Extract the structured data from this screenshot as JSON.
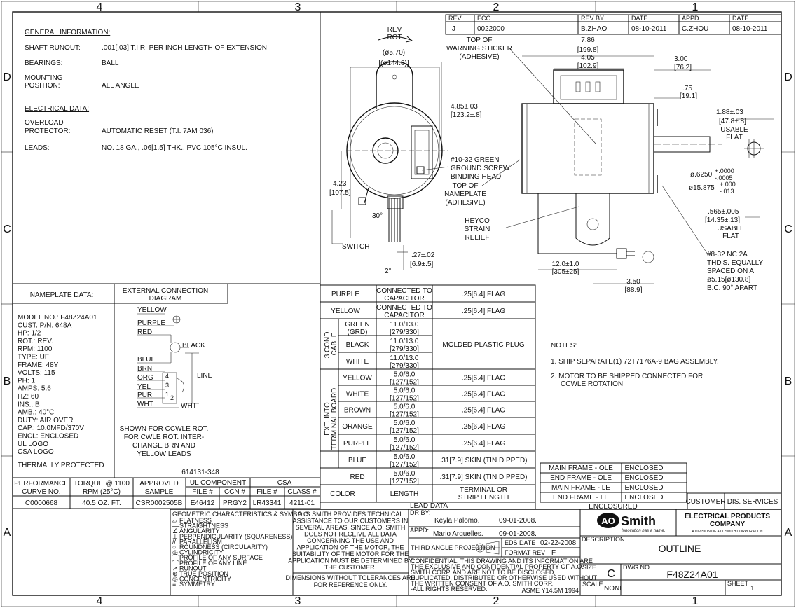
{
  "border": {
    "cols": [
      "4",
      "3",
      "2",
      "1"
    ],
    "rows": [
      "D",
      "C",
      "B",
      "A"
    ]
  },
  "revision": {
    "headers": [
      "REV",
      "ECO",
      "REV BY",
      "DATE",
      "APPD",
      "DATE"
    ],
    "values": [
      "J",
      "0022000",
      "B.ZHAO",
      "08-10-2011",
      "C.ZHOU",
      "08-10-2011"
    ]
  },
  "general": {
    "heading": "GENERAL INFORMATION:",
    "rows": [
      {
        "label": "SHAFT RUNOUT:",
        "value": ".001[.03] T.I.R. PER INCH LENGTH OF EXTENSION"
      },
      {
        "label": "BEARINGS:",
        "value": "BALL"
      },
      {
        "label": "MOUNTING",
        "label2": "POSITION:",
        "value": "ALL ANGLE"
      }
    ]
  },
  "electrical": {
    "heading": "ELECTRICAL DATA:",
    "rows": [
      {
        "label": "OVERLOAD",
        "label2": "PROTECTOR:",
        "value": "AUTOMATIC RESET (T.I. 7AM 036)"
      },
      {
        "label": "LEADS:",
        "value": "NO. 18 GA., .06[1.5] THK., PVC 105°C INSUL."
      }
    ]
  },
  "drawing": {
    "rev_rot": [
      "REV",
      "ROT"
    ],
    "dia_570": "(ø5.70)",
    "dia_1448": "[(ø144.8)]",
    "d485": "4.85±.03",
    "d1232": "[123.2±.8]",
    "d423": "4.23",
    "d1075": "[107.5]",
    "angle30": "30°",
    "switch": "SWITCH",
    "d027": ".27±.02",
    "d69": "[6.9±.5]",
    "d2": "2°",
    "green_screw": [
      "#10-32 GREEN",
      "GROUND SCREW",
      "BINDING HEAD"
    ],
    "nameplate_top": [
      "TOP OF",
      "NAMEPLATE",
      "(ADHESIVE)"
    ],
    "warning": [
      "TOP OF",
      "WARNING STICKER",
      "(ADHESIVE)"
    ],
    "d786": "7.86",
    "d1998": "[199.8]",
    "d405": "4.05",
    "d1029": "[102.9]",
    "d300": "3.00",
    "d762": "[76.2]",
    "d075": ".75",
    "d191": "[19.1]",
    "d188": "1.88±.03",
    "d478": "[47.8±.8]",
    "usable_flat": [
      "USABLE",
      "FLAT"
    ],
    "shaft_dia": "ø.6250",
    "shaft_tol1": "+.0000",
    "shaft_tol2": "-.0005",
    "shaft_mm": "ø15.875",
    "shaft_mm_tol1": "+.000",
    "shaft_mm_tol2": "-.013",
    "d565": ".565±.005",
    "d1435": "[14.35±.13]",
    "usable_flat2": [
      "USABLE",
      "FLAT"
    ],
    "heyco": [
      "HEYCO",
      "STRAIN",
      "RELIEF"
    ],
    "d120": "12.0±1.0",
    "d305": "[305±25]",
    "d350": "3.50",
    "d889": "[88.9]",
    "thds": [
      "#8-32 NC 2A",
      "THD'S. EQUALLY",
      "SPACED ON A",
      "ø5.15[ø130.8]",
      "B.C. 90° APART"
    ]
  },
  "nameplate": {
    "heading": "NAMEPLATE DATA:",
    "lines": [
      "MODEL NO.: F48Z24A01",
      "CUST. P/N: 648A",
      "HP: 1/2",
      "ROT.: REV.",
      "RPM: 1100",
      "TYPE: UF",
      "FRAME: 48Y",
      "VOLTS: 115",
      "PH: 1",
      "AMPS: 5.6",
      "HZ: 60",
      "INS.: B",
      "AMB.: 40°C",
      "DUTY: AIR OVER",
      "CAP.: 10.0MFD/370V",
      "ENCL: ENCLOSED",
      "UL LOGO",
      "CSA LOGO"
    ],
    "thermal": "THERMALLY PROTECTED"
  },
  "connection": {
    "heading": [
      "EXTERNAL CONNECTION",
      "DIAGRAM"
    ],
    "wires": [
      "YELLOW",
      "PURPLE",
      "RED",
      "BLACK",
      "BLUE",
      "BRN",
      "ORG",
      "YEL",
      "PUR",
      "WHT",
      "WHT",
      "LINE"
    ],
    "terminals": [
      "4",
      "3",
      "1",
      "2"
    ],
    "note": [
      "SHOWN FOR CCWLE ROT.",
      "FOR CWLE ROT. INTER-",
      "CHANGE BRN AND",
      "YELLOW LEADS"
    ],
    "drawing_no": "614131-348"
  },
  "performance": {
    "headers": [
      "PERFORMANCE",
      "CURVE NO.",
      "TORQUE @ 1100",
      "RPM (25°C)",
      "APPROVED",
      "SAMPLE",
      "UL COMPONENT",
      "FILE #",
      "CCN #",
      "CSA",
      "FILE #",
      "CLASS #"
    ],
    "values": [
      "C0000668",
      "40.5 OZ. FT.",
      "CSR0002505B",
      "E46412",
      "PRGY2",
      "LR43341",
      "4211-01"
    ]
  },
  "leads": {
    "rows": [
      {
        "color": "PURPLE",
        "length": [
          "CONNECTED TO",
          "CAPACITOR"
        ],
        "term": ".25[6.4] FLAG"
      },
      {
        "color": "YELLOW",
        "length": [
          "CONNECTED TO",
          "CAPACITOR"
        ],
        "term": ".25[6.4] FLAG"
      },
      {
        "color": [
          "GREEN",
          "(GRD)"
        ],
        "length": [
          "11.0/13.0",
          "[279/330]"
        ],
        "term": ""
      },
      {
        "color": "BLACK",
        "length": [
          "11.0/13.0",
          "[279/330]"
        ],
        "term": "MOLDED PLASTIC PLUG"
      },
      {
        "color": "WHITE",
        "length": [
          "11.0/13.0",
          "[279/330]"
        ],
        "term": ""
      },
      {
        "color": "YELLOW",
        "length": [
          "5.0/6.0",
          "[127/152]"
        ],
        "term": ".25[6.4] FLAG"
      },
      {
        "color": "WHITE",
        "length": [
          "5.0/6.0",
          "[127/152]"
        ],
        "term": ".25[6.4] FLAG"
      },
      {
        "color": "BROWN",
        "length": [
          "5.0/6.0",
          "[127/152]"
        ],
        "term": ".25[6.4] FLAG"
      },
      {
        "color": "ORANGE",
        "length": [
          "5.0/6.0",
          "[127/152]"
        ],
        "term": ".25[6.4] FLAG"
      },
      {
        "color": "PURPLE",
        "length": [
          "5.0/6.0",
          "[127/152]"
        ],
        "term": ".25[6.4] FLAG"
      },
      {
        "color": "BLUE",
        "length": [
          "5.0/6.0",
          "[127/152]"
        ],
        "term": ".31[7.9] SKIN (TIN DIPPED)"
      },
      {
        "color": "RED",
        "length": [
          "5.0/6.0",
          "[127/152]"
        ],
        "term": ".31[7.9] SKIN (TIN DIPPED)"
      }
    ],
    "group_cable": [
      "3 COND.",
      "CABLE"
    ],
    "group_board": [
      "EXT. INTO",
      "TERMINAL BOARD"
    ],
    "footer": [
      "COLOR",
      "LENGTH",
      "TERMINAL OR",
      "STRIP LENGTH"
    ],
    "caption": "LEAD DATA"
  },
  "notes": {
    "heading": "NOTES:",
    "items": [
      "1. SHIP SEPARATE(1) 72T7176A-9 BAG ASSEMBLY.",
      "2. MOTOR TO BE SHIPPED CONNECTED FOR",
      "CCWLE ROTATION."
    ]
  },
  "enclosure": {
    "rows": [
      [
        "MAIN FRAME - OLE",
        "ENCLOSED"
      ],
      [
        "END FRAME - OLE",
        "ENCLOSED"
      ],
      [
        "MAIN FRAME - LE",
        "ENCLOSED"
      ],
      [
        "END FRAME - LE",
        "ENCLOSED"
      ]
    ],
    "caption": "ENCLOSURED"
  },
  "customer": {
    "label": "CUSTOMER",
    "value": "DIS. SERVICES"
  },
  "symbols": {
    "heading": "GEOMETRIC CHARACTERISTICS & SYMBOLS",
    "glyphs": [
      "▱",
      "—",
      "∠",
      "⊥",
      "//",
      "○",
      "◎",
      "⌒",
      "⌒",
      "↗",
      "⊕",
      "◎",
      "≡"
    ],
    "items": [
      "FLATNESS",
      "STRAIGHTNESS",
      "ANGULARITY",
      "PERPENDICULARITY (SQUARENESS)",
      "PARALLELISM",
      "ROUNDNESS (CIRCULARITY)",
      "CYLINDRICITY",
      "PROFILE OF ANY SURFACE",
      "PROFILE OF ANY LINE",
      "RUNOUT",
      "TRUE POSITION",
      "CONCENTRICITY",
      "SYMMETRY"
    ]
  },
  "disclaimer": {
    "text": [
      "A.O. SMITH PROVIDES TECHNICAL",
      "ASSISTANCE TO OUR CUSTOMERS IN",
      "SEVERAL AREAS. SINCE A.O. SMITH",
      "DOES NOT RECEIVE ALL DATA",
      "CONCERNING THE USE AND",
      "APPLICATION OF THE MOTOR, THE",
      "SUITABILITY OF THE MOTOR FOR THE",
      "APPLICATION MUST BE DETERMINED BY",
      "THE CUSTOMER."
    ],
    "tolerance": [
      "DIMENSIONS WITHOUT TOLERANCES ARE",
      "FOR REFERENCE ONLY."
    ]
  },
  "titleblock": {
    "dr_by_label": "DR BY:",
    "dr_by": "Keyla Palomo.",
    "dr_date": "09-01-2008.",
    "appd_label": "APPD:",
    "appd": "Mario Arguelles.",
    "appd_date": "09-01-2008.",
    "projection": "THIRD ANGLE PROJECTION",
    "eds_label": "EDS DATE",
    "eds_date": "02-22-2008",
    "format_label": "FORMAT REV",
    "format_rev": "F",
    "confidential": [
      "CONFIDENTIAL: THIS DRAWING AND ITS INFORMATION ARE",
      "THE EXCLUSIVE AND CONFIDENTIAL PROPERTY OF A.O.",
      "SMITH CORP. AND ARE NOT TO BE DISCLOSED,",
      "DUPLICATED, DISTRIBUTED OR OTHERWISE USED WITHOUT",
      "THE WRITTEN CONSENT OF A.O. SMITH CORP.",
      "-ALL RIGHTS RESERVED."
    ],
    "asme": "ASME Y14.5M 1994",
    "logo_ao": "AO",
    "logo_smith": "Smith",
    "logo_tag": "Innovation has a name.",
    "company": [
      "ELECTRICAL PRODUCTS",
      "COMPANY"
    ],
    "division": "A DIVISION OF A.O. SMITH CORPORATION",
    "description_label": "DESCRIPTION",
    "description": "OUTLINE",
    "size_label": "SIZE",
    "size": "C",
    "dwg_label": "DWG NO",
    "dwg_no": "F48Z24A01",
    "scale_label": "SCALE",
    "scale": "NONE",
    "sheet_label": "SHEET",
    "sheet": "1"
  }
}
